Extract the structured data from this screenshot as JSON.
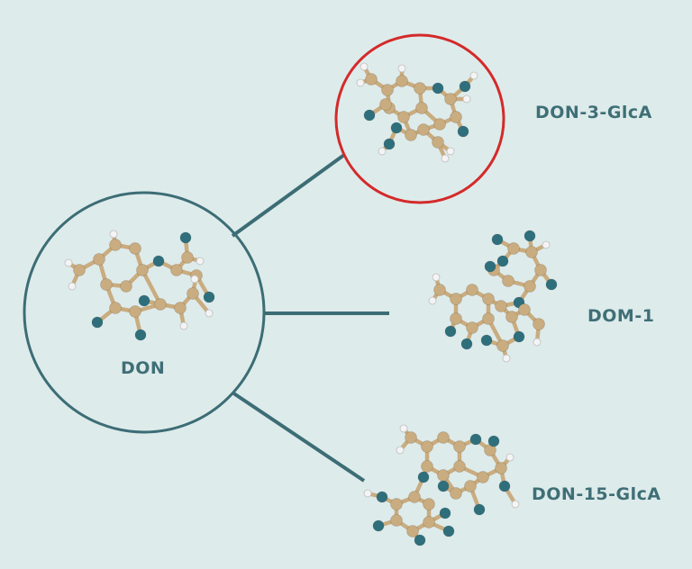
{
  "colors": {
    "background": "#deebeb",
    "connector": "#3c6d75",
    "highlight": "#d42a2a",
    "carbon": "#c9ac7f",
    "oxygen": "#2f6f7c",
    "hydrogen": "#f4f4f4",
    "label": "#3f6f76"
  },
  "nodes": {
    "parent": {
      "label": "DON",
      "icon": "ball-and-stick-molecule"
    },
    "metabolites": [
      {
        "label": "DON-3-GlcA",
        "highlighted": true,
        "icon": "ball-and-stick-molecule"
      },
      {
        "label": "DOM-1",
        "highlighted": false,
        "icon": "ball-and-stick-molecule"
      },
      {
        "label": "DON-15-GlcA",
        "highlighted": false,
        "icon": "ball-and-stick-molecule"
      }
    ]
  }
}
